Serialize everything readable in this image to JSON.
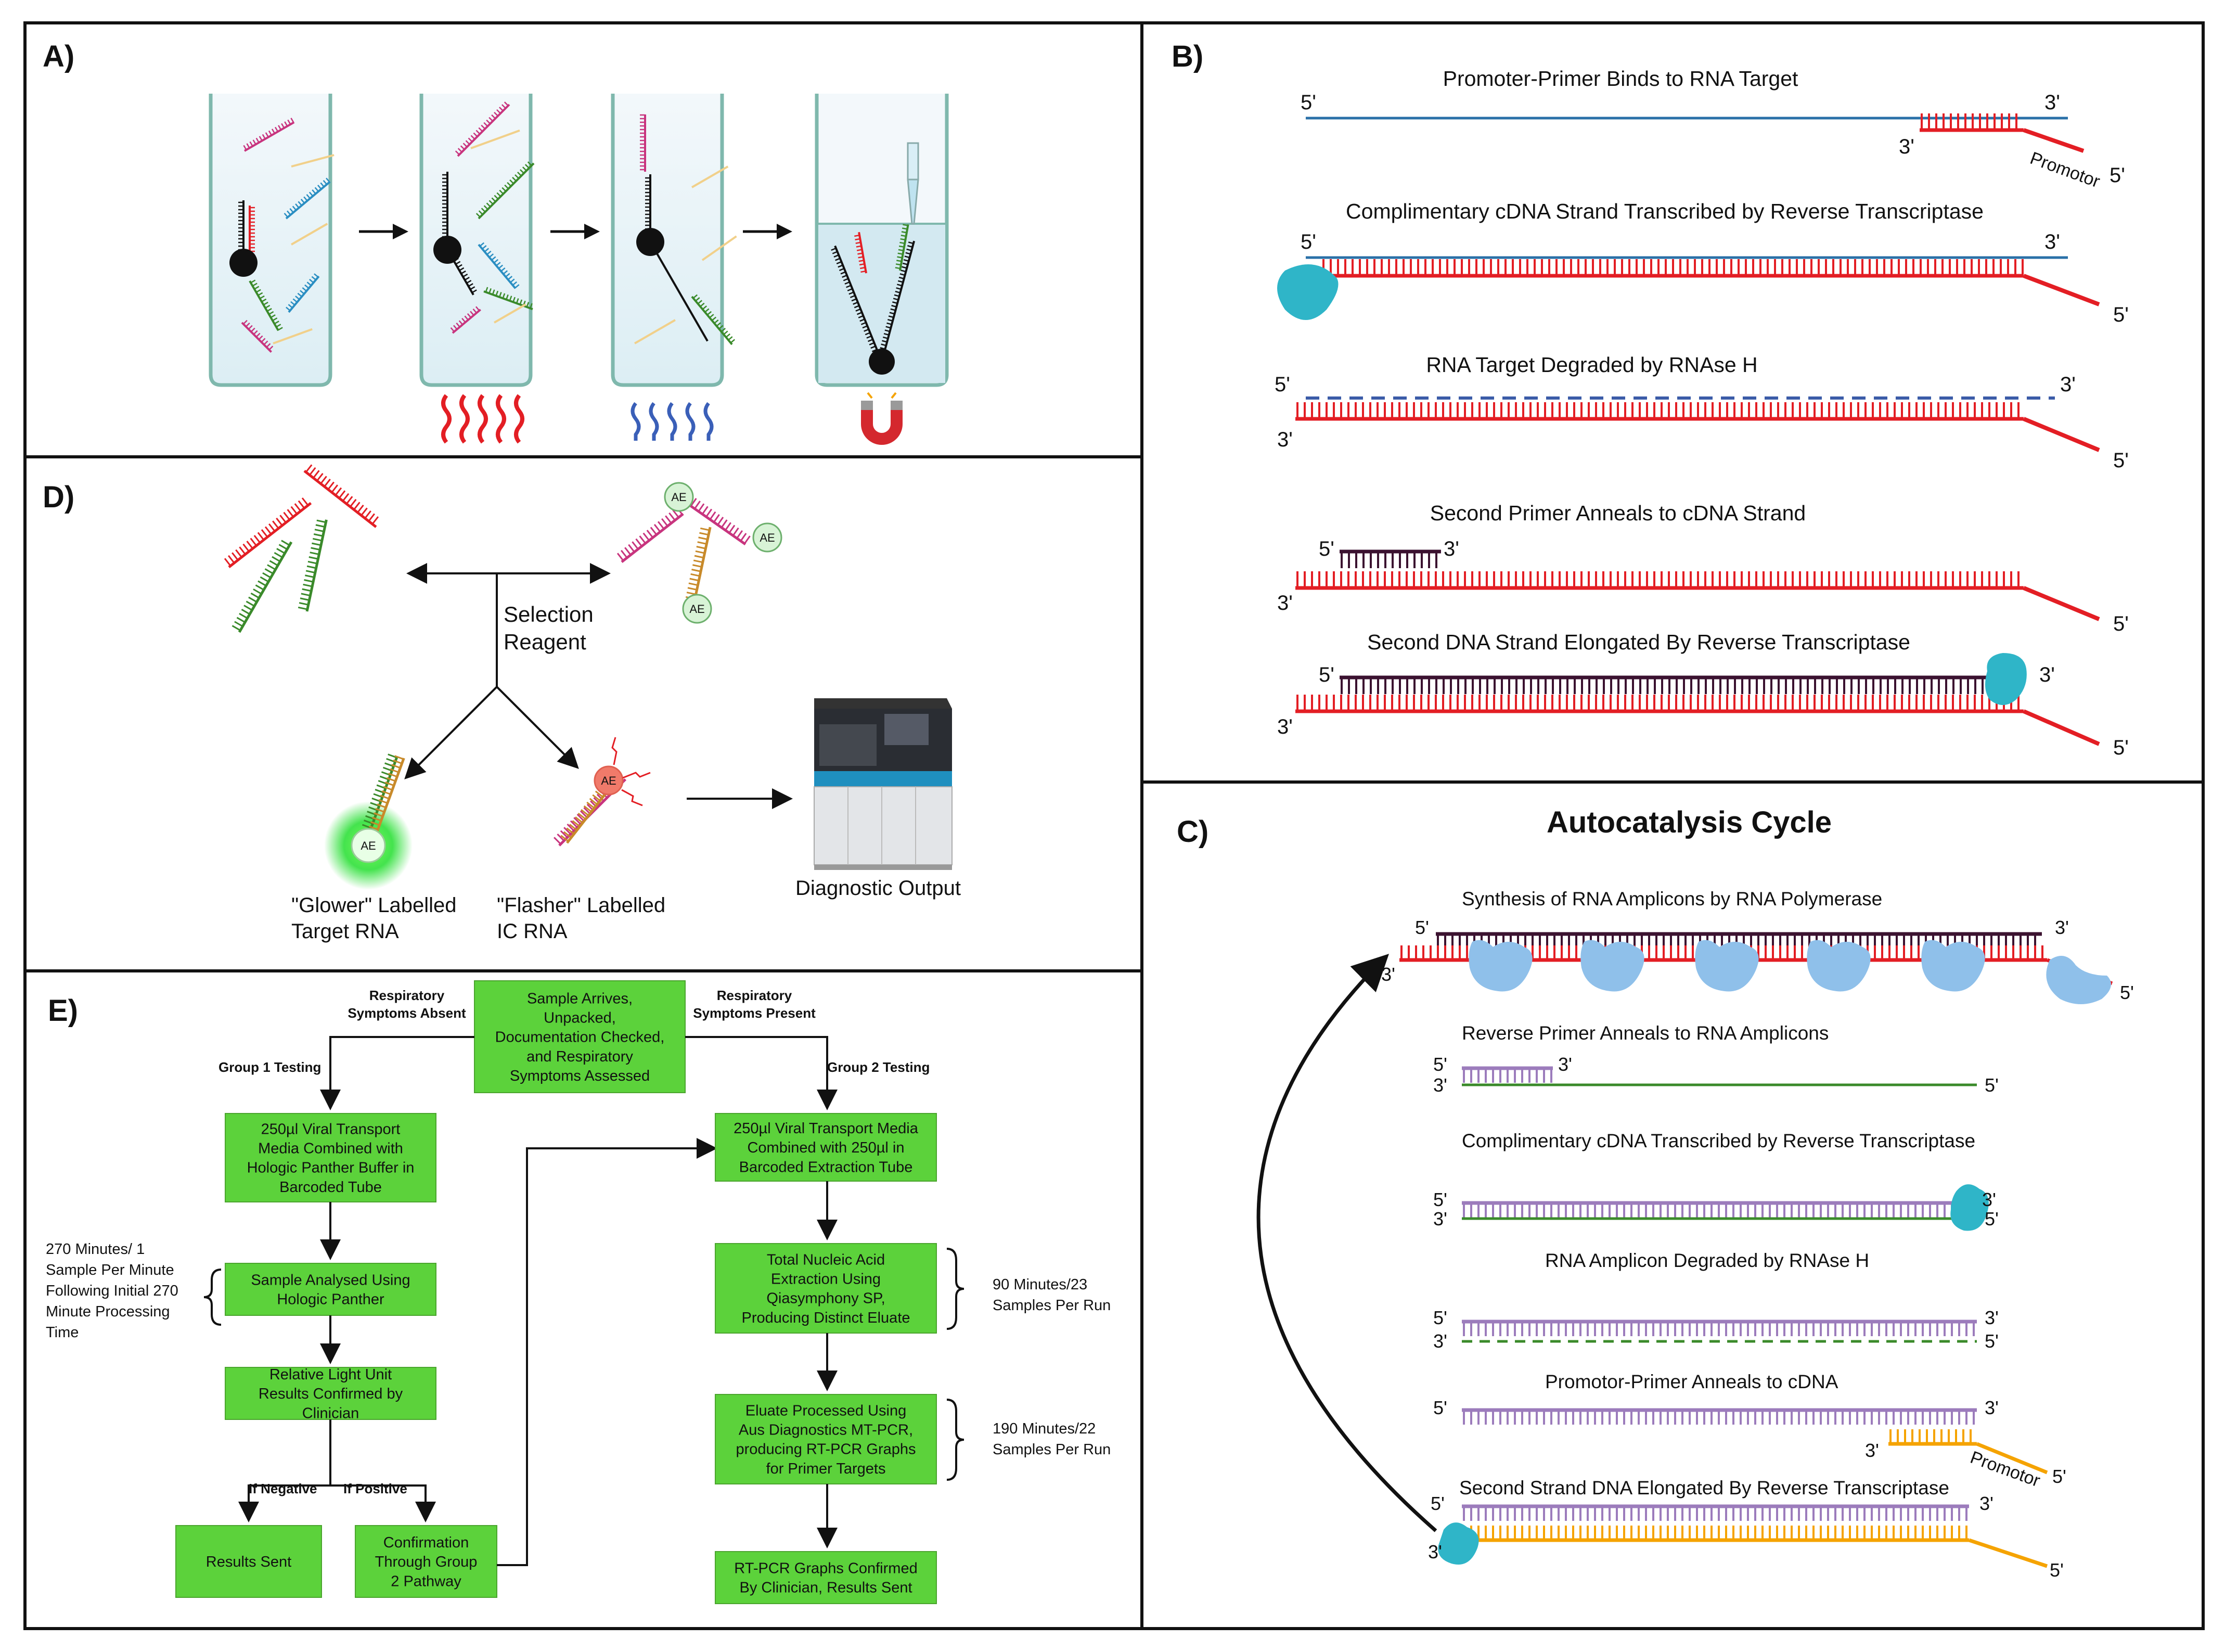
{
  "colors": {
    "red": "#e31e24",
    "blue": "#2a70a8",
    "dark": "#3b1230",
    "purple": "#9c7cbc",
    "green": "#3a8a2a",
    "orange": "#f5a300",
    "teal": "#2fb5c8",
    "lightblue": "#8fc0ea",
    "magenta": "#c8347e",
    "boxgreen": "#5cd23b"
  },
  "panelA": {
    "label": "A)",
    "tubes": [
      {
        "step": "mixing"
      },
      {
        "step": "heating"
      },
      {
        "step": "cooling"
      },
      {
        "step": "magnetic-capture"
      }
    ]
  },
  "panelB": {
    "label": "B)",
    "steps": [
      {
        "title": "Promoter-Primer Binds to RNA Target",
        "promoter": "Promotor"
      },
      {
        "title": "Complimentary cDNA Strand Transcribed by Reverse Transcriptase"
      },
      {
        "title": "RNA Target Degraded by RNAse H"
      },
      {
        "title": "Second Primer Anneals to cDNA Strand"
      },
      {
        "title": "Second DNA Strand Elongated By Reverse Transcriptase"
      }
    ],
    "prime5": "5'",
    "prime3": "3'"
  },
  "panelC": {
    "label": "C)",
    "title": "Autocatalysis Cycle",
    "steps": [
      {
        "title": "Synthesis of RNA Amplicons by RNA Polymerase"
      },
      {
        "title": "Reverse Primer Anneals to RNA Amplicons"
      },
      {
        "title": "Complimentary cDNA Transcribed by Reverse Transcriptase"
      },
      {
        "title": "RNA Amplicon Degraded by RNAse H"
      },
      {
        "title": "Promotor-Primer Anneals to cDNA",
        "promoter": "Promotor"
      },
      {
        "title": "Second Strand DNA Elongated By Reverse Transcriptase"
      }
    ]
  },
  "panelD": {
    "label": "D)",
    "reagent": [
      "Selection",
      "Reagent"
    ],
    "ae": "AE",
    "glower": [
      "\"Glower\" Labelled",
      "Target RNA"
    ],
    "flasher": [
      "\"Flasher\" Labelled",
      "IC  RNA"
    ],
    "output": "Diagnostic Output"
  },
  "panelE": {
    "label": "E)",
    "start": [
      "Sample Arrives,",
      "Unpacked,",
      "Documentation Checked,",
      "and Respiratory",
      "Symptoms Assessed"
    ],
    "absent": [
      "Respiratory",
      "Symptoms Absent"
    ],
    "present": [
      "Respiratory",
      "Symptoms Present"
    ],
    "group1": "Group 1 Testing",
    "group2": "Group 2 Testing",
    "g1box1": [
      "250µl Viral Transport",
      "Media Combined with",
      "Hologic Panther Buffer in",
      "Barcoded Tube"
    ],
    "g1box2": [
      "Sample Analysed Using",
      "Hologic Panther"
    ],
    "g1box3": [
      "Relative Light Unit",
      "Results Confirmed by",
      "Clinician"
    ],
    "ifneg": "If Negative",
    "ifpos": "If Positive",
    "sent": "Results Sent",
    "confirm": [
      "Confirmation",
      "Through Group",
      "2 Pathway"
    ],
    "g2box1": [
      "250µl Viral Transport Media",
      "Combined with 250µl in",
      "Barcoded Extraction Tube"
    ],
    "g2box2": [
      "Total Nucleic Acid",
      "Extraction Using",
      "Qiasymphony SP,",
      "Producing Distinct Eluate"
    ],
    "g2box3": [
      "Eluate Processed Using",
      "Aus Diagnostics MT-PCR,",
      "producing RT-PCR Graphs",
      "for Primer Targets"
    ],
    "g2box4": [
      "RT-PCR Graphs Confirmed",
      "By Clinician, Results Sent"
    ],
    "time1": [
      "270 Minutes/ 1",
      "Sample Per Minute",
      "Following Initial 270",
      "Minute Processing",
      "Time"
    ],
    "time2": [
      "90 Minutes/23",
      "Samples Per Run"
    ],
    "time3": [
      "190 Minutes/22",
      "Samples Per Run"
    ]
  }
}
